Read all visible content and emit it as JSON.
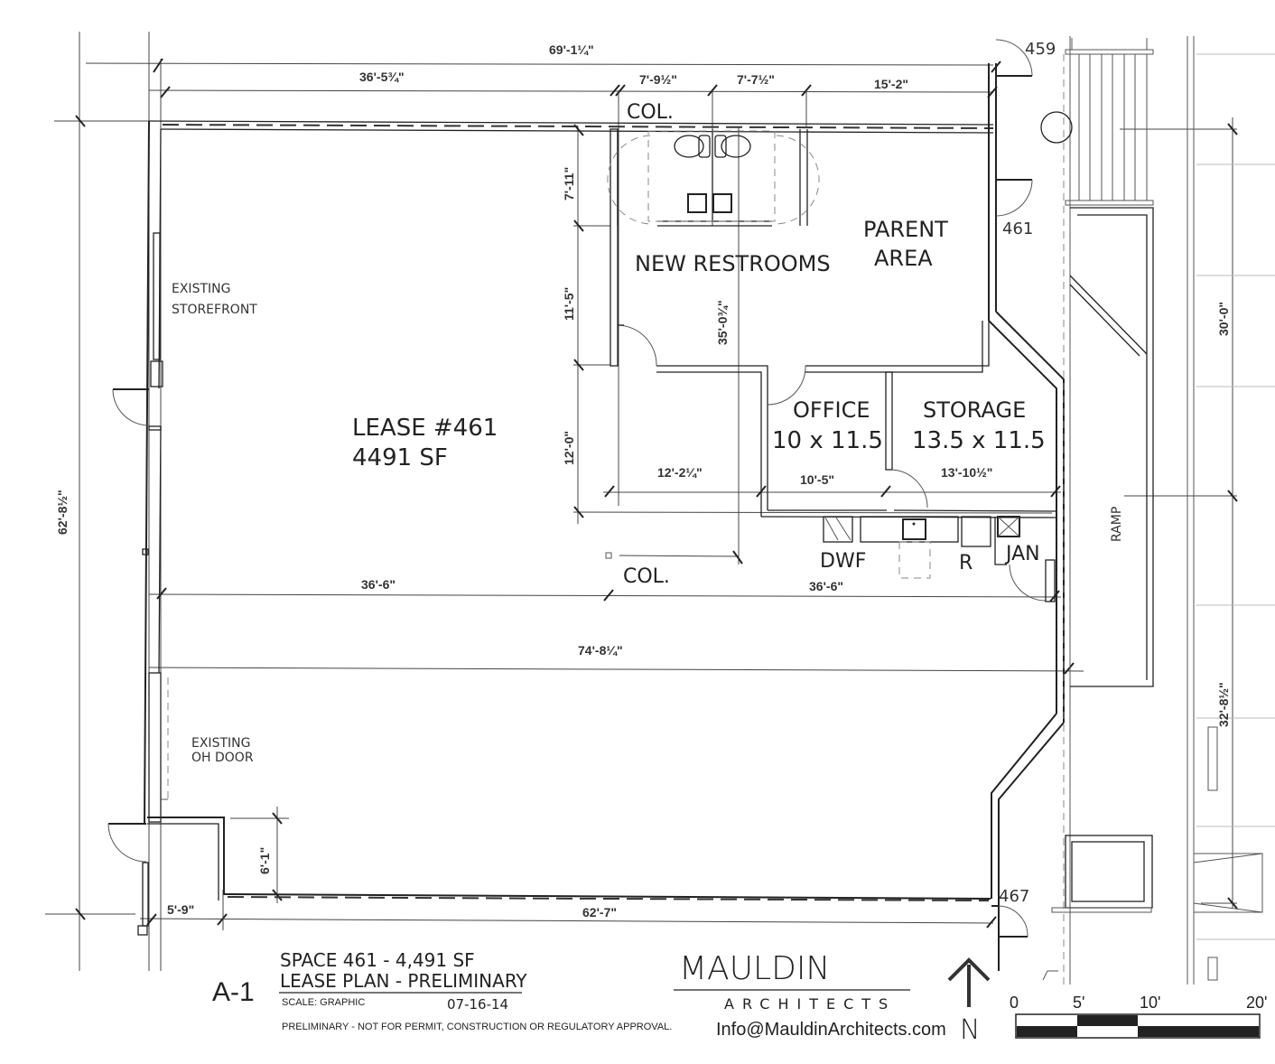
{
  "sheet": {
    "number": "A-1",
    "title_line1": "SPACE 461 - 4,491 SF",
    "title_line2": "LEASE PLAN - PRELIMINARY",
    "scale": "SCALE: GRAPHIC",
    "date": "07-16-14",
    "disclaimer": "PRELIMINARY - NOT FOR PERMIT, CONSTRUCTION OR REGULATORY APPROVAL."
  },
  "firm": {
    "name": "MAULDIN",
    "subtitle": "ARCHITECTS",
    "email": "Info@MauldinArchitects.com"
  },
  "north_arrow": {
    "label": "N"
  },
  "scale_bar": {
    "labels": [
      "0",
      "5'",
      "10'",
      "20'"
    ]
  },
  "rooms": {
    "lease_name": "LEASE #461",
    "lease_area": "4491 SF",
    "restrooms": "NEW RESTROOMS",
    "parent_line1": "PARENT",
    "parent_line2": "AREA",
    "office_name": "OFFICE",
    "office_size": "10 x 11.5",
    "storage_name": "STORAGE",
    "storage_size": "13.5 x 11.5",
    "dwf": "DWF",
    "refrigerator": "R",
    "janitor": "JAN",
    "ramp": "RAMP"
  },
  "notes": {
    "existing_storefront_1": "EXISTING",
    "existing_storefront_2": "STOREFRONT",
    "existing_oh_door_1": "EXISTING",
    "existing_oh_door_2": "OH DOOR",
    "column_top": "COL.",
    "column_mid": "COL."
  },
  "unit_numbers": {
    "u459": "459",
    "u461": "461",
    "u467": "467"
  },
  "dimensions": {
    "overall_top": "69'-1¼\"",
    "left_top": "36'-5¾\"",
    "restroom_a": "7'-9½\"",
    "restroom_b": "7'-7½\"",
    "parent_width": "15'-2\"",
    "restroom_depth": "7'-11\"",
    "corridor_depth": "11'-5\"",
    "office_depth": "12'-0\"",
    "restroom_to_col": "35'-0¾\"",
    "office_block_width": "12'-2¼\"",
    "office_width": "10'-5\"",
    "storage_width": "13'-10½\"",
    "left_mid": "36'-6\"",
    "right_mid": "36'-6\"",
    "overall_mid": "74'-8¼\"",
    "overall_left_vertical": "62'-8½\"",
    "door_jog": "6'-1\"",
    "door_recess": "5'-9\"",
    "bottom_width": "62'-7\"",
    "right_top_vertical": "30'-0\"",
    "right_bottom_vertical": "32'-8½\""
  }
}
